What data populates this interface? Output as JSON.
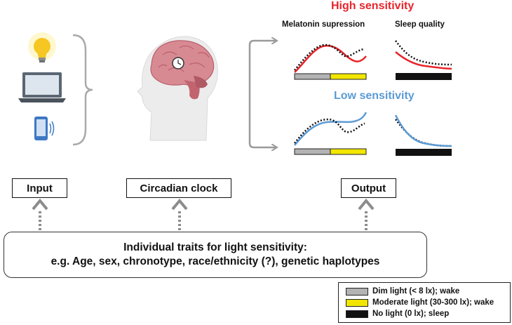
{
  "headings": {
    "high_sensitivity": "High sensitivity",
    "low_sensitivity": "Low sensitivity",
    "melatonin_suppression": "Melatonin supression",
    "sleep_quality": "Sleep quality"
  },
  "colors": {
    "high": "#e8252b",
    "low": "#5b9bd5",
    "dim_light": "#b3b3b3",
    "moderate_light": "#f2e600",
    "no_light": "#111111",
    "arrow": "#9a9a9a",
    "brain": "#d88a93"
  },
  "icons": [
    "light-bulb-icon",
    "laptop-icon",
    "smartphone-icon",
    "head-brain-icon",
    "clock-icon"
  ],
  "boxes": {
    "input": "Input",
    "circadian_clock": "Circadian clock",
    "output": "Output"
  },
  "traits": {
    "line1": "Individual traits for light sensitivity:",
    "line2": "e.g. Age, sex, chronotype, race/ethnicity (?), genetic haplotypes"
  },
  "legend": [
    {
      "label": "Dim light (< 8 lx); wake",
      "color": "#b3b3b3"
    },
    {
      "label": "Moderate light (30-300 lx); wake",
      "color": "#f2e600"
    },
    {
      "label": "No light  (0 lx); sleep",
      "color": "#111111"
    }
  ]
}
